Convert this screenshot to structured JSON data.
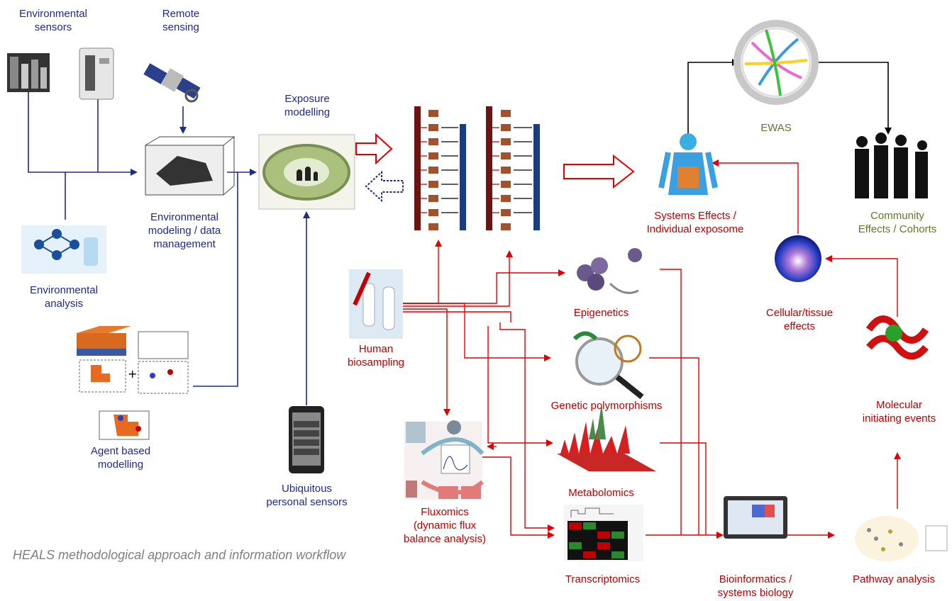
{
  "labels": {
    "environmental_sensors": "Environmental\nsensors",
    "remote_sensing": "Remote\nsensing",
    "environmental_modeling": "Environmental\nmodeling / data\nmanagement",
    "environmental_analysis": "Environmental\nanalysis",
    "exposure_modelling": "Exposure\nmodelling",
    "agent_based_modelling": "Agent based\nmodelling",
    "ubiquitous_sensors": "Ubiquitous\npersonal sensors",
    "human_biosampling": "Human\nbiosampling",
    "fluxomics": "Fluxomics\n(dynamic flux\nbalance analysis)",
    "epigenetics": "Epigenetics",
    "genetic_polymorphisms": "Genetic polymorphisms",
    "metabolomics": "Metabolomics",
    "transcriptomics": "Transcriptomics",
    "bioinformatics": "Bioinformatics /\nsystems biology",
    "pathway_analysis": "Pathway analysis",
    "molecular_initiating": "Molecular\ninitiating events",
    "cellular_tissue": "Cellular/tissue\neffects",
    "systems_effects": "Systems Effects /\nIndividual exposome",
    "ewas": "EWAS",
    "community_effects": "Community\nEffects / Cohorts"
  },
  "caption": "HEALS methodological approach and information workflow",
  "colors": {
    "environment_blue": "#1f2a8c",
    "biology_red": "#c00000",
    "community_green": "#5c7a29",
    "caption_gray": "#7f7f7f"
  }
}
